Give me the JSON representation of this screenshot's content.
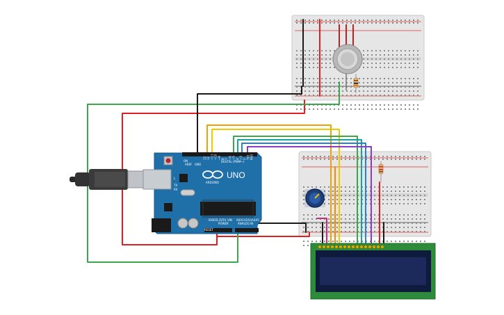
{
  "arduino": {
    "brand_text": "ARDUINO",
    "model_text": "UNO",
    "digital_header_label": "DIGITAL (PWM~)",
    "power_header_label": "POWER",
    "analog_header_label": "ANALOG IN",
    "aref_label": "AREF",
    "gnd_label": "GND",
    "reset_label": "RESET",
    "ioref_label": "IOREF",
    "v5_label": "5V",
    "v3_label": "3.3V",
    "vin_label": "VIN",
    "tx_label": "TX",
    "rx_label": "RX",
    "on_label": "ON",
    "l_label": "L",
    "a_labels": [
      "A0",
      "A1",
      "A2",
      "A3",
      "A4",
      "A5"
    ],
    "pin_labels": [
      "13",
      "12",
      "~11",
      "~10",
      "~9",
      "8",
      "7",
      "~6",
      "~5",
      "4",
      "~3",
      "2",
      "TX1",
      "RX0"
    ]
  },
  "components": {
    "top_breadboard": "breadboard-top",
    "bottom_breadboard": "breadboard-bottom",
    "gas_sensor": "gas-sensor",
    "resistor_top": "resistor",
    "resistor_bottom": "resistor",
    "potentiometer": "potentiometer",
    "lcd": "lcd-16x2",
    "usb_cable": "usb-cable"
  },
  "colors": {
    "board_blue": "#1f6fa8",
    "breadboard": "#e8e8e8",
    "wire_red": "#e02020",
    "wire_black": "#1a1a1a",
    "wire_green": "#3aa84a",
    "wire_yellow": "#f0b400",
    "wire_orange": "#f08a00",
    "wire_teal": "#18a39c",
    "wire_blue": "#2a7fd0",
    "wire_purple": "#8a3cc8",
    "wire_pink": "#c0307a",
    "lcd_pcb": "#2e8b3c",
    "lcd_screen": "#1b2a5a"
  }
}
